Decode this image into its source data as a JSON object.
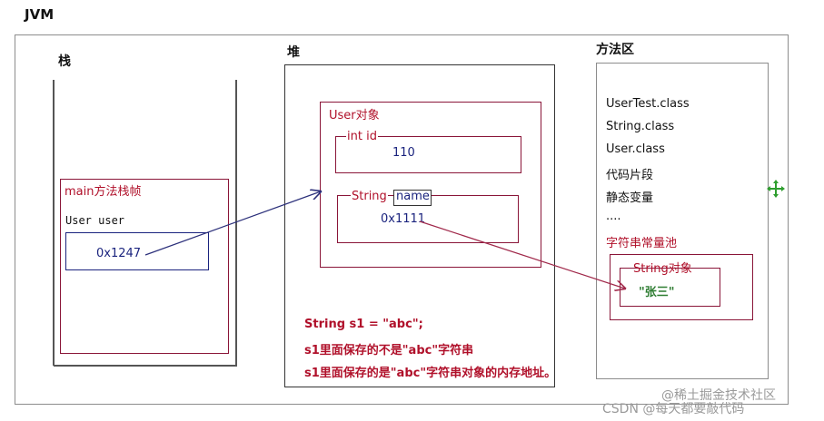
{
  "jvm": {
    "title": "JVM"
  },
  "stack": {
    "title": "栈",
    "frame_title": "main方法栈帧",
    "var_label": "User user",
    "var_value": "0x1247"
  },
  "heap": {
    "title": "堆",
    "object_title": "User对象",
    "id_field_label": "int id",
    "id_field_value": "110",
    "name_field_type": "String",
    "name_field_name": "name",
    "name_field_value": "0x1111",
    "notes": [
      "String s1 = \"abc\";",
      "s1里面保存的不是\"abc\"字符串",
      "s1里面保存的是\"abc\"字符串对象的内存地址。"
    ]
  },
  "method_area": {
    "title": "方法区",
    "items": [
      "UserTest.class",
      "String.class",
      "User.class",
      "代码片段",
      "静态变量",
      "...."
    ],
    "pool_title": "字符串常量池",
    "string_object_title": "String对象",
    "string_object_value": "\"张三\""
  },
  "watermark": {
    "line1": "@稀土掘金技术社区",
    "line2": "CSDN @每天都要敲代码"
  },
  "colors": {
    "frame_border": "#8a1538",
    "label_red": "#b0102a",
    "text_navy": "#1a237e",
    "arrow_navy": "#2b2f7a",
    "arrow_red": "#a0284a",
    "cursor_green": "#2e9e2e"
  },
  "icons": {
    "cursor": "move-cursor-icon"
  }
}
